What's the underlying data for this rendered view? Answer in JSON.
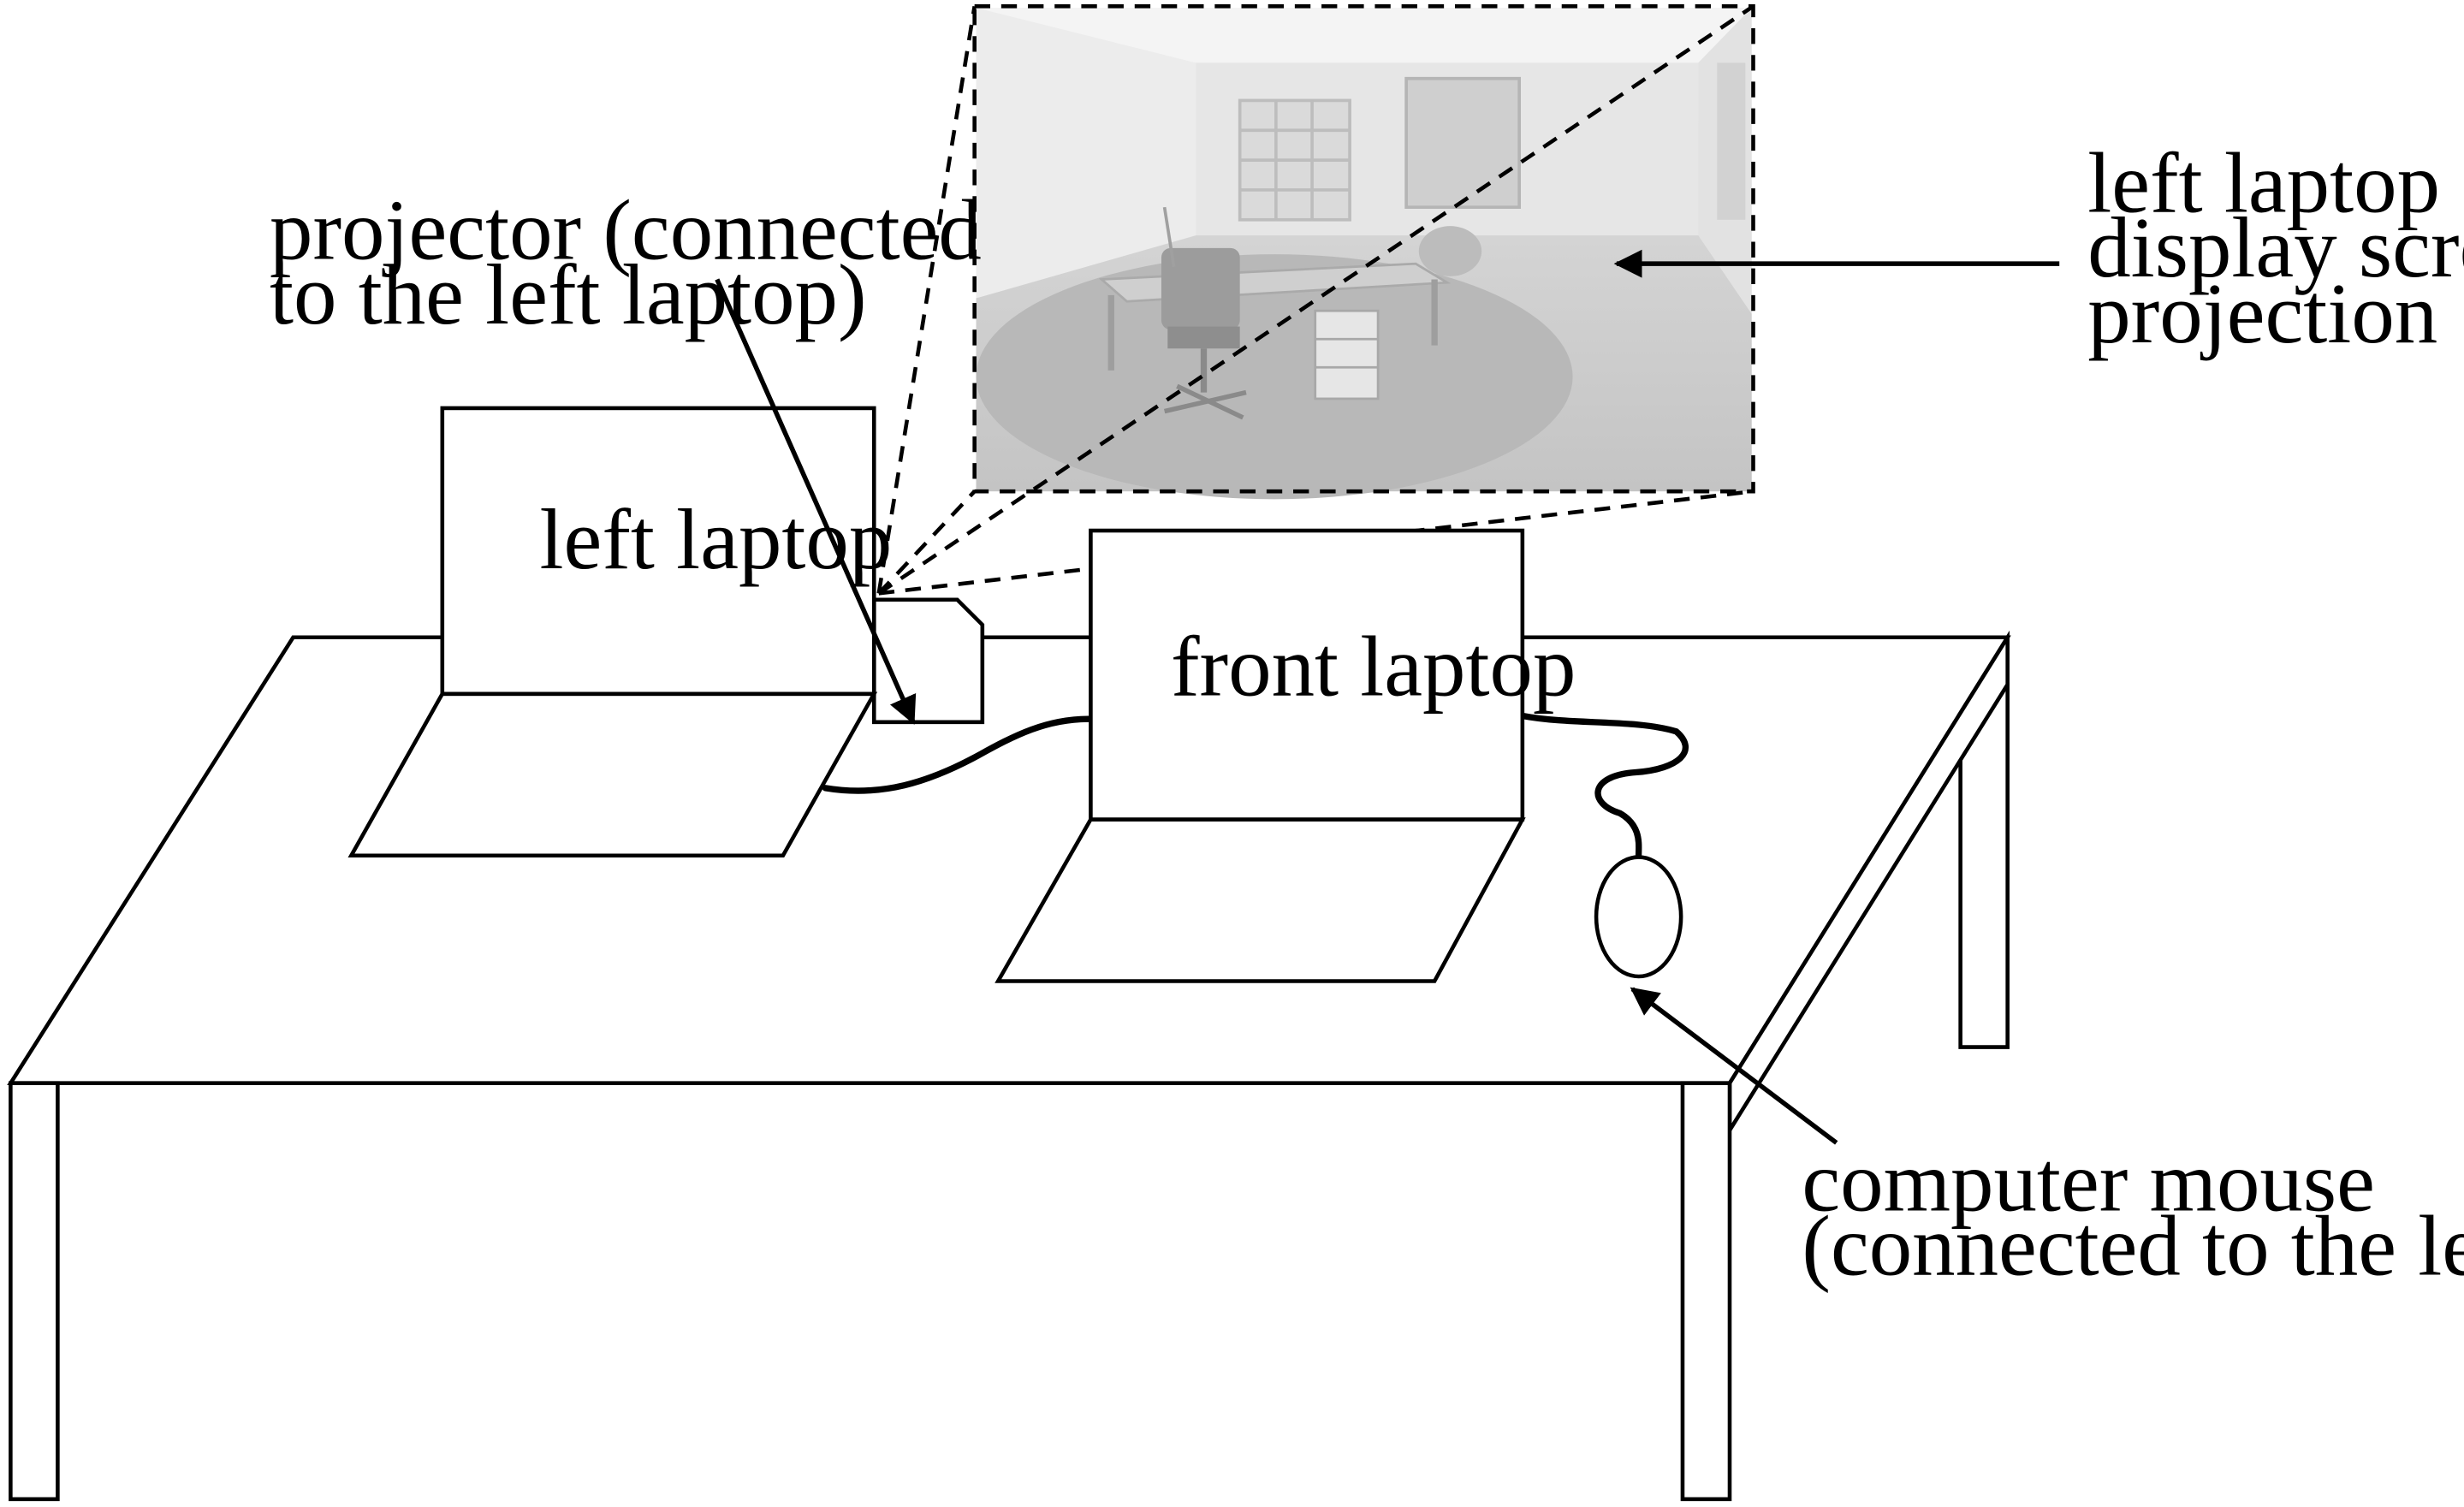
{
  "labels": {
    "projector_line1": "projector (connected",
    "projector_line2": "to the left laptop)",
    "left_laptop": "left laptop",
    "front_laptop": "front laptop",
    "projection_line1": "left laptop",
    "projection_line2": "display screen",
    "projection_line3": "projection",
    "mouse_line1": "computer mouse",
    "mouse_line2": "(connected to the left laptop)"
  }
}
